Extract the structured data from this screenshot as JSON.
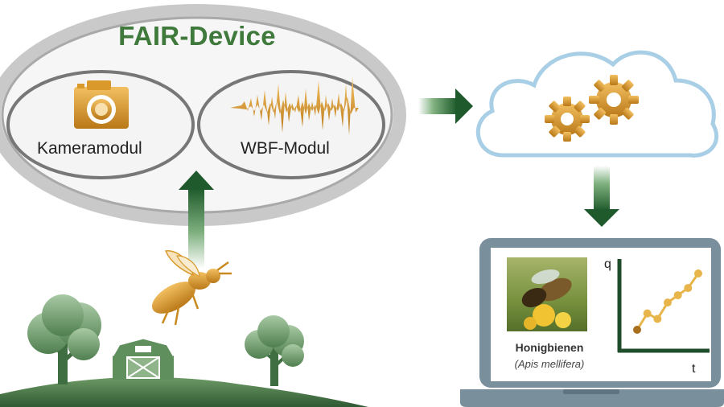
{
  "device": {
    "title": "FAIR-Device"
  },
  "modules": [
    {
      "label": "Kameramodul",
      "icon": "camera-icon"
    },
    {
      "label": "WBF-Modul",
      "icon": "waveform-icon"
    }
  ],
  "cloud": {
    "icon": "gears-icon"
  },
  "laptop": {
    "species_name": "Honigbienen",
    "species_latin": "(Apis mellifera)",
    "plot": {
      "y_label": "q",
      "x_label": "t",
      "values": [
        10,
        28,
        22,
        40,
        48,
        56,
        72
      ]
    }
  },
  "landscape": {
    "icons": [
      "tree-icon",
      "barn-icon",
      "tree-icon"
    ]
  },
  "colors": {
    "green_dark": "#1f4d2b",
    "green_title": "#3f7a3c",
    "gold": "#d89a2c",
    "cloud_stroke": "#a9cfe6"
  }
}
